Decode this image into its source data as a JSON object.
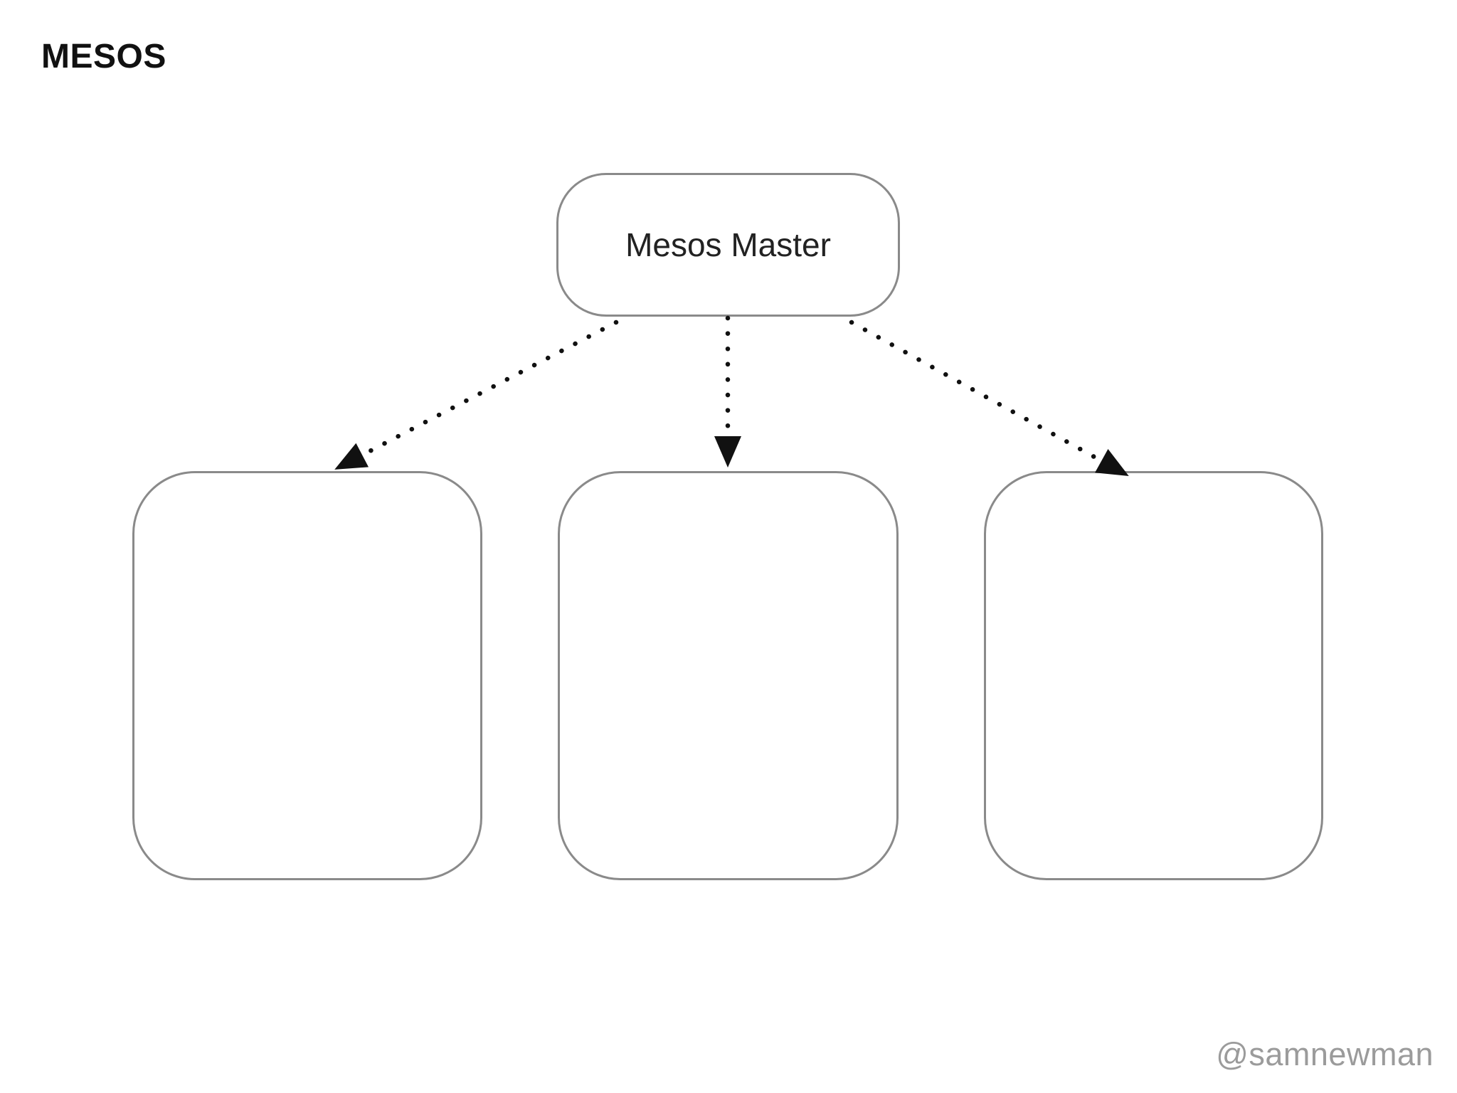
{
  "slide": {
    "title": "MESOS",
    "watermark": "@samnewman"
  },
  "diagram": {
    "type": "topology",
    "master_node": {
      "id": "mesos-master",
      "label": "Mesos Master",
      "shape": "rounded-rectangle"
    },
    "worker_nodes": [
      {
        "id": "worker-1",
        "label": "",
        "shape": "rounded-rectangle"
      },
      {
        "id": "worker-2",
        "label": "",
        "shape": "rounded-rectangle"
      },
      {
        "id": "worker-3",
        "label": "",
        "shape": "rounded-rectangle"
      }
    ],
    "edges": [
      {
        "from": "mesos-master",
        "to": "worker-1",
        "style": "dotted",
        "arrowhead": "filled-triangle"
      },
      {
        "from": "mesos-master",
        "to": "worker-2",
        "style": "dotted",
        "arrowhead": "filled-triangle"
      },
      {
        "from": "mesos-master",
        "to": "worker-3",
        "style": "dotted",
        "arrowhead": "filled-triangle"
      }
    ]
  },
  "colors": {
    "background": "#ffffff",
    "node_border": "#8a8a8a",
    "node_label_text": "#222222",
    "arrow": "#111111",
    "title_text": "#111111",
    "watermark_text": "#9b9b9b"
  }
}
